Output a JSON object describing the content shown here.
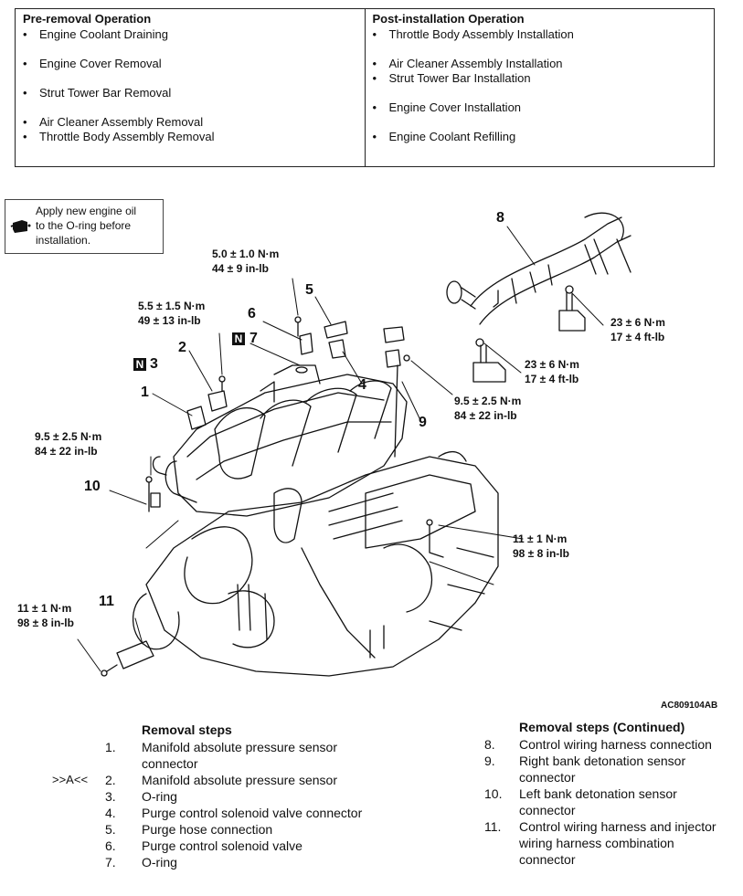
{
  "pre_removal": {
    "title": "Pre-removal Operation",
    "items": [
      "Engine Coolant Draining",
      "Engine Cover Removal",
      "Strut Tower Bar Removal",
      "Air Cleaner Assembly Removal",
      "Throttle Body Assembly Removal"
    ]
  },
  "post_installation": {
    "title": "Post-installation Operation",
    "items": [
      "Throttle Body Assembly Installation",
      "Air Cleaner Assembly Installation",
      "Strut Tower Bar Installation",
      "Engine Cover Installation",
      "Engine Coolant Refilling"
    ]
  },
  "note": {
    "line1": "Apply new engine oil",
    "line2": "to the O-ring before",
    "line3": "installation.",
    "icon": "oil-can-icon"
  },
  "callouts": {
    "c1": "1",
    "c2": "2",
    "c3": "3",
    "c4": "4",
    "c5": "5",
    "c6": "6",
    "c7": "7",
    "c8": "8",
    "c9": "9",
    "c10": "10",
    "c11": "11",
    "badge": "N"
  },
  "torques": {
    "t_top_nm": "5.0 ± 1.0 N·m",
    "t_top_in": "44 ± 9 in-lb",
    "t_sensor_nm": "5.5 ± 1.5 N·m",
    "t_sensor_in": "49 ± 13 in-lb",
    "t_right_det_nm": "9.5 ± 2.5 N·m",
    "t_right_det_in": "84 ± 22 in-lb",
    "t_left_det_nm": "9.5 ± 2.5 N·m",
    "t_left_det_in": "84 ± 22 in-lb",
    "t_bracket1_nm": "23 ± 6 N·m",
    "t_bracket1_ft": "17 ± 4 ft-lb",
    "t_bracket2_nm": "23 ± 6 N·m",
    "t_bracket2_ft": "17 ± 4 ft-lb",
    "t_right_nm": "11 ± 1 N·m",
    "t_right_in": "98 ± 8 in-lb",
    "t_left_nm": "11 ± 1 N·m",
    "t_left_in": "98 ± 8 in-lb"
  },
  "image_code": "AC809104AB",
  "removal_steps": {
    "title": "Removal steps",
    "symbol": ">>A<<",
    "steps": [
      {
        "num": "1.",
        "text": "Manifold absolute pressure sensor connector"
      },
      {
        "num": "2.",
        "text": "Manifold absolute pressure sensor"
      },
      {
        "num": "3.",
        "text": "O-ring"
      },
      {
        "num": "4.",
        "text": "Purge control solenoid valve connector"
      },
      {
        "num": "5.",
        "text": "Purge hose connection"
      },
      {
        "num": "6.",
        "text": "Purge control solenoid valve"
      },
      {
        "num": "7.",
        "text": "O-ring"
      }
    ]
  },
  "removal_steps_cont": {
    "title": "Removal steps (Continued)",
    "steps": [
      {
        "num": "8.",
        "text": "Control wiring harness connection"
      },
      {
        "num": "9.",
        "text": "Right bank detonation sensor connector"
      },
      {
        "num": "10.",
        "text": "Left bank detonation sensor connector"
      },
      {
        "num": "11.",
        "text": "Control wiring harness and injector wiring harness combination connector"
      }
    ]
  }
}
